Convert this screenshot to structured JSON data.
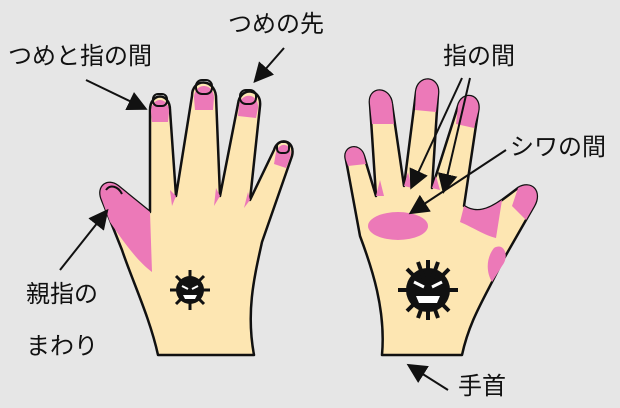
{
  "labels": {
    "nail_tip": "つめの先",
    "nail_and_finger": "つめと指の間",
    "between_fingers": "指の間",
    "between_wrinkles": "シワの間",
    "thumb_line1": "親指の",
    "thumb_line2": "まわり",
    "wrist": "手首"
  },
  "colors": {
    "background": "#e6e6e6",
    "skin": "#fde6b2",
    "highlight": "#ec79b8",
    "outline": "#111111"
  },
  "icons": [
    "germ-icon",
    "germ-icon"
  ]
}
